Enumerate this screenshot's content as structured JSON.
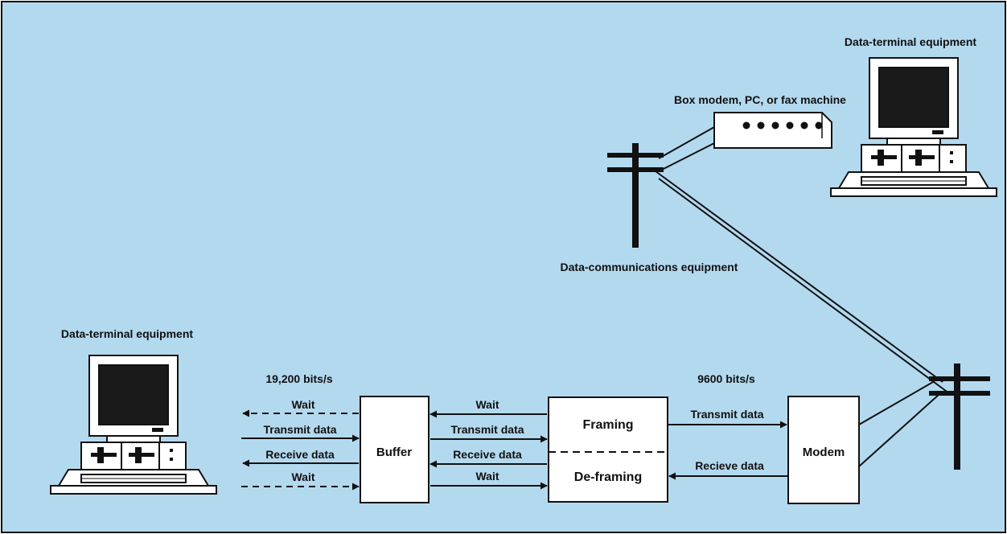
{
  "colors": {
    "background": "#b3d9ef",
    "line": "#111111",
    "box_fill": "#ffffff",
    "monitor_screen": "#1a1a1a"
  },
  "diagram": {
    "labels": {
      "dte_top": "Data-terminal equipment",
      "dte_left": "Data-terminal equipment",
      "box_modem": "Box modem, PC, or fax machine",
      "dce": "Data-communications equipment",
      "rate_host": "19,200 bits/s",
      "rate_line": "9600 bits/s"
    },
    "boxes": {
      "buffer": "Buffer",
      "framing": "Framing",
      "deframing": "De-framing",
      "modem": "Modem"
    },
    "host_signals": {
      "wait_1": "Wait",
      "transmit": "Transmit data",
      "receive": "Receive data",
      "wait_2": "Wait"
    },
    "mid_signals": {
      "wait_1": "Wait",
      "transmit": "Transmit data",
      "receive": "Receive data",
      "wait_2": "Wait"
    },
    "line_signals": {
      "transmit": "Transmit data",
      "receive": "Recieve data"
    }
  }
}
